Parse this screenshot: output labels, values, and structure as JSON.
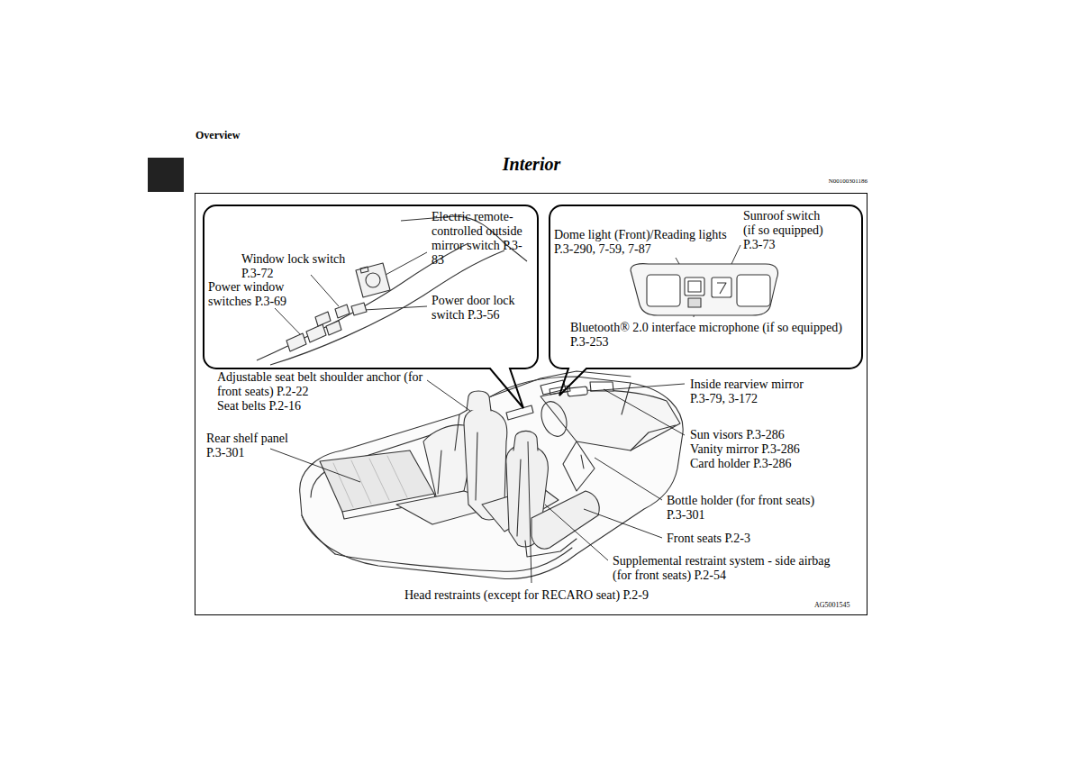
{
  "diagram": {
    "title": "Interior",
    "nodes": [
      {
        "text": [
          "Adjustable seat belt shoulder anchor (for front seats) P.2-22",
          "Seat belts P.2-16",
          "Rear shelf panel P.3-301",
          "Inside rearview mirror P.3-79, 3-172",
          "Sun visors P.3-286",
          "Vanity mirror P.3-286",
          "Card holder P.3-286",
          "Bottle holder (for front seats) P.3-301",
          "Front seats P.2-3",
          "Supplemental restraint system - side airbag (for front seats) P.2-54",
          "Head restraints (except for RECARO seat) P.2-9",
          "AG5001545"
        ]
      },
      {
        "text": [
          "Electric remote-controlled outside mirror switch P.3-83",
          "Window lock switch P.3-72",
          "Power window switches P.3-69",
          "Power door lock switch P.3-56"
        ],
        "in": 0
      },
      {
        "text": [
          "Dome light (Front)/Reading lights P.3-290, 7-59, 7-87",
          "Sunroof switch (if so equipped) P.3-73",
          "Bluetooth® 2.0 interface microphone (if so equipped) P.3-253"
        ],
        "in": 0
      }
    ],
    "labels": [
      "Overview",
      "N00100301186"
    ]
  }
}
